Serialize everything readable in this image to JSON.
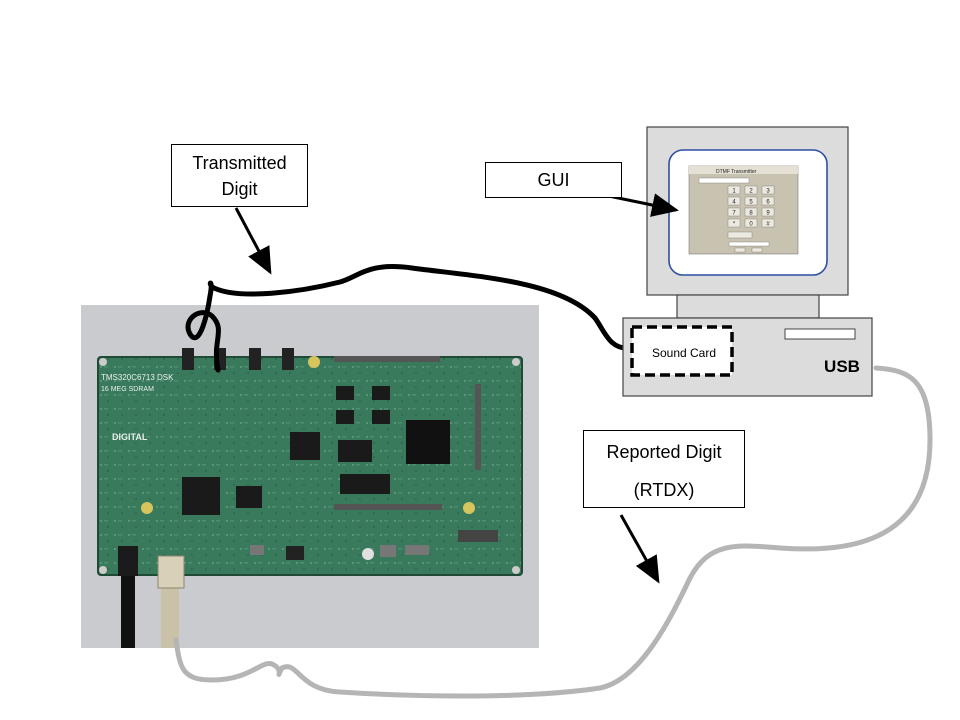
{
  "labels": {
    "transmitted_line1": "Transmitted",
    "transmitted_line2": "Digit",
    "gui": "GUI",
    "reported_line1": "Reported Digit",
    "reported_line2": "(RTDX)"
  },
  "pc": {
    "sound_card": "Sound Card",
    "usb": "USB"
  },
  "board": {
    "silk_model": "TMS320C6713 DSK",
    "silk_memory": "16 MEG SDRAM",
    "brand": "DIGITAL"
  },
  "gui_window": {
    "title": "DTMF Transmitter",
    "keypad": [
      "1",
      "2",
      "3",
      "4",
      "5",
      "6",
      "7",
      "8",
      "9",
      "*",
      "0",
      "#"
    ]
  },
  "colors": {
    "pc_body": "#d9d9d9",
    "monitor_bezel": "#2e4fa3",
    "pcb_green": "#2f6d52",
    "black_cable": "#000000",
    "grey_cable": "#b5b5b5"
  }
}
